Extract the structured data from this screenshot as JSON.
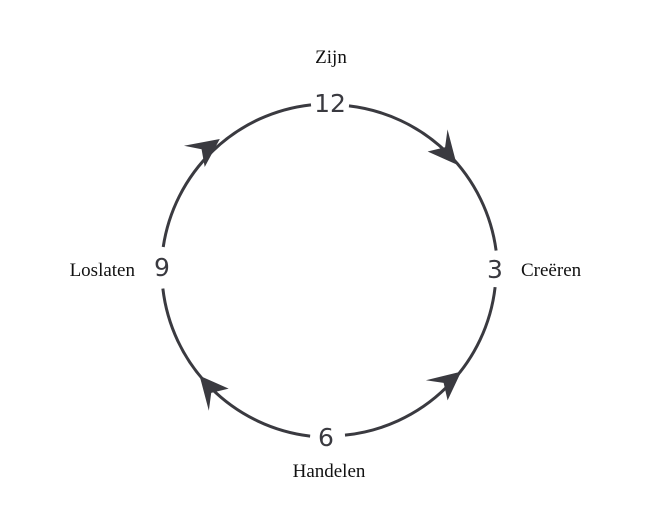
{
  "diagram": {
    "clock_numbers": {
      "top": "12",
      "right": "3",
      "bottom": "6",
      "left": "9"
    },
    "labels": {
      "top": "Zijn",
      "right": "Creëren",
      "bottom": "Handelen",
      "left": "Loslaten"
    },
    "direction": "clockwise",
    "colors": {
      "line": "#3a3a40",
      "text": "#111111"
    }
  }
}
